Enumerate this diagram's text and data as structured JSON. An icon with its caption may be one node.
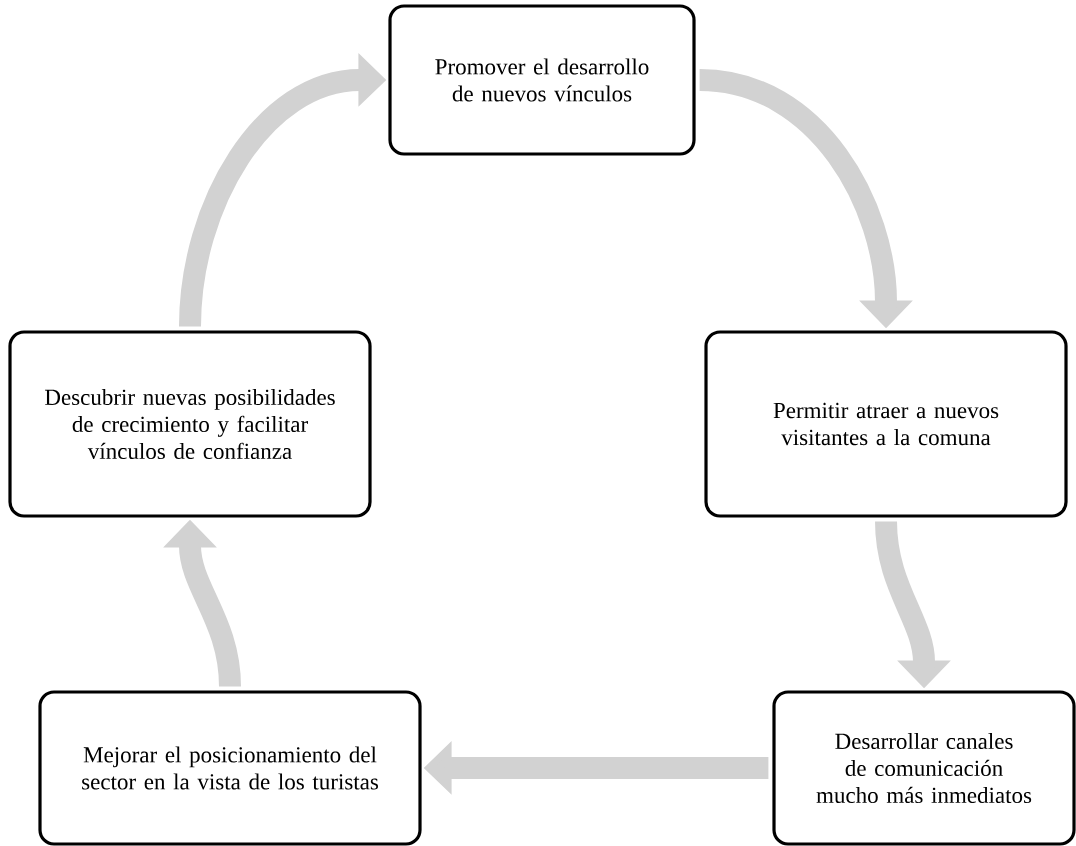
{
  "diagram": {
    "nodes": [
      {
        "text": [
          "Promover el desarrollo de nuevos vínculos"
        ]
      },
      {
        "text": [
          "Permitir atraer a nuevos visitantes a la comuna"
        ]
      },
      {
        "text": [
          "Desarrollar canales de comunicación mucho más inmediatos"
        ]
      },
      {
        "text": [
          "Mejorar el posicionamiento del sector en la vista de los turistas"
        ]
      },
      {
        "text": [
          "Descubrir nuevas posibilidades de crecimiento y facilitar vínculos de confianza"
        ]
      }
    ],
    "edges": [
      {
        "from": 0,
        "to": 1,
        "arrow": "to"
      },
      {
        "from": 1,
        "to": 2,
        "arrow": "to"
      },
      {
        "from": 2,
        "to": 3,
        "arrow": "to"
      },
      {
        "from": 3,
        "to": 4,
        "arrow": "to"
      },
      {
        "from": 4,
        "to": 0,
        "arrow": "to"
      }
    ]
  }
}
